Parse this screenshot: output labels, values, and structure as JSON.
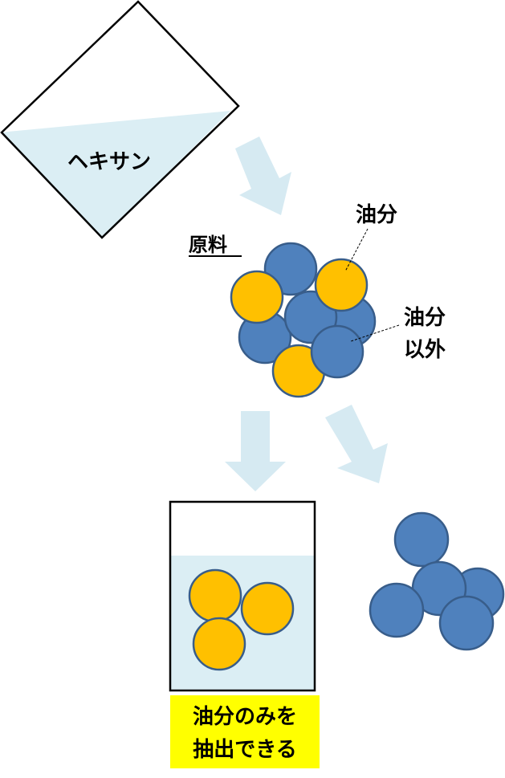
{
  "bottle": {
    "label": "ヘキサン"
  },
  "raw_material": {
    "label": "原料"
  },
  "oil_label": "油分",
  "non_oil_label": {
    "line1": "油分",
    "line2": "以外"
  },
  "result": {
    "line1": "油分のみを",
    "line2": "抽出できる"
  },
  "colors": {
    "oil": "#ffc000",
    "non_oil": "#4f81bd",
    "circle_stroke": "#385d8a",
    "liquid": "#dbeef4",
    "arrow": "#d6eaf2",
    "highlight": "#ffff00"
  }
}
